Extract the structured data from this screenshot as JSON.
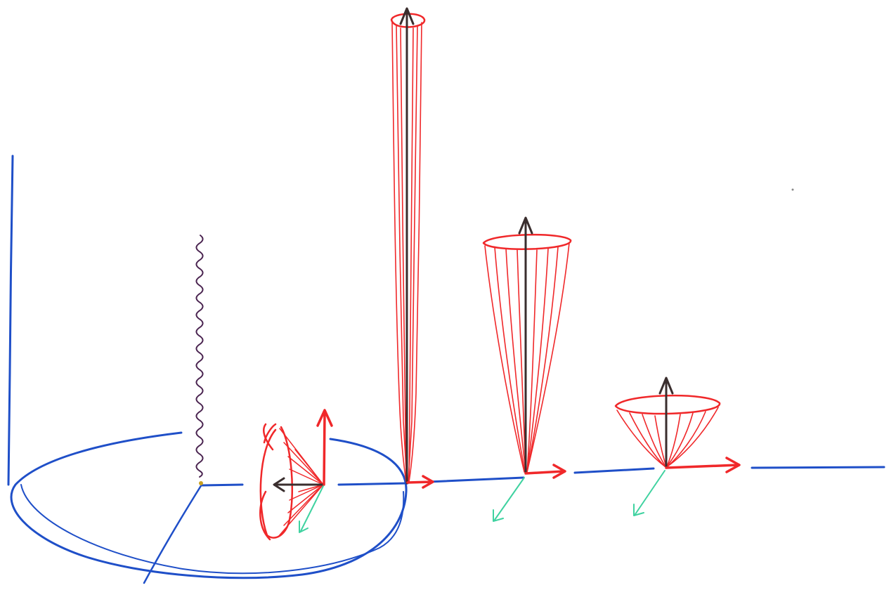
{
  "diagram": {
    "kind": "hand-drawn sketch",
    "text_labels": [],
    "colors": {
      "axes": "#1f4fc8",
      "cones": "#f0282a",
      "main_vectors": "#3a2e2e",
      "tangent_arrows": "#f0282a",
      "depth_arrows": "#3fd2a0",
      "wavy_line": "#4a2450"
    },
    "cones": [
      {
        "name": "horizontal-cone",
        "orientation": "sideways"
      },
      {
        "name": "tall-thin-cone",
        "orientation": "up",
        "opening": "very narrow"
      },
      {
        "name": "medium-cone",
        "orientation": "up",
        "opening": "medium"
      },
      {
        "name": "wide-cone",
        "orientation": "up",
        "opening": "wide"
      }
    ]
  }
}
